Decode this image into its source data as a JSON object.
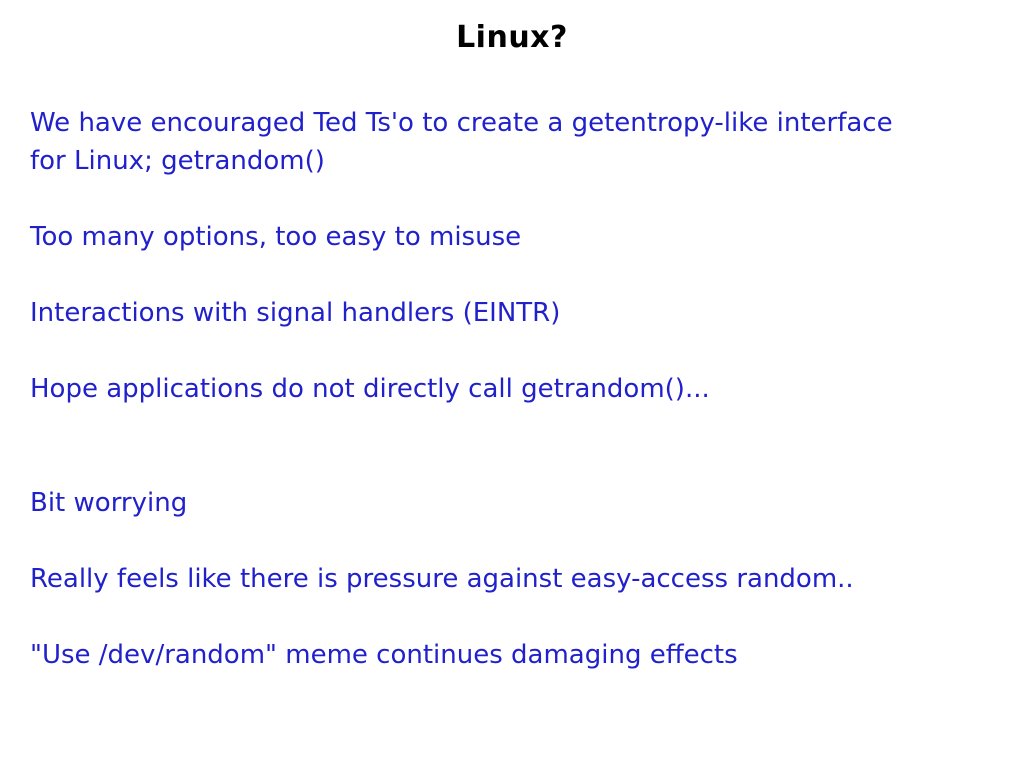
{
  "slide": {
    "title": "Linux?",
    "colors": {
      "background": "#ffffff",
      "title_text": "#000000",
      "body_text": "#2121cc"
    },
    "paragraphs": [
      {
        "lines": [
          "We have encouraged Ted Ts'o to create a getentropy-like interface",
          "for Linux; getrandom()"
        ],
        "blank_lines_before": 0
      },
      {
        "lines": [
          "Too many options, too easy to misuse"
        ],
        "blank_lines_before": 1
      },
      {
        "lines": [
          "Interactions with signal handlers (EINTR)"
        ],
        "blank_lines_before": 1
      },
      {
        "lines": [
          "Hope applications do not directly call getrandom()..."
        ],
        "blank_lines_before": 1
      },
      {
        "lines": [
          "Bit worrying"
        ],
        "blank_lines_before": 2
      },
      {
        "lines": [
          "Really feels like there is pressure against easy-access random.."
        ],
        "blank_lines_before": 1
      },
      {
        "lines": [
          "\"Use /dev/random\" meme continues damaging effects"
        ],
        "blank_lines_before": 1
      }
    ]
  }
}
